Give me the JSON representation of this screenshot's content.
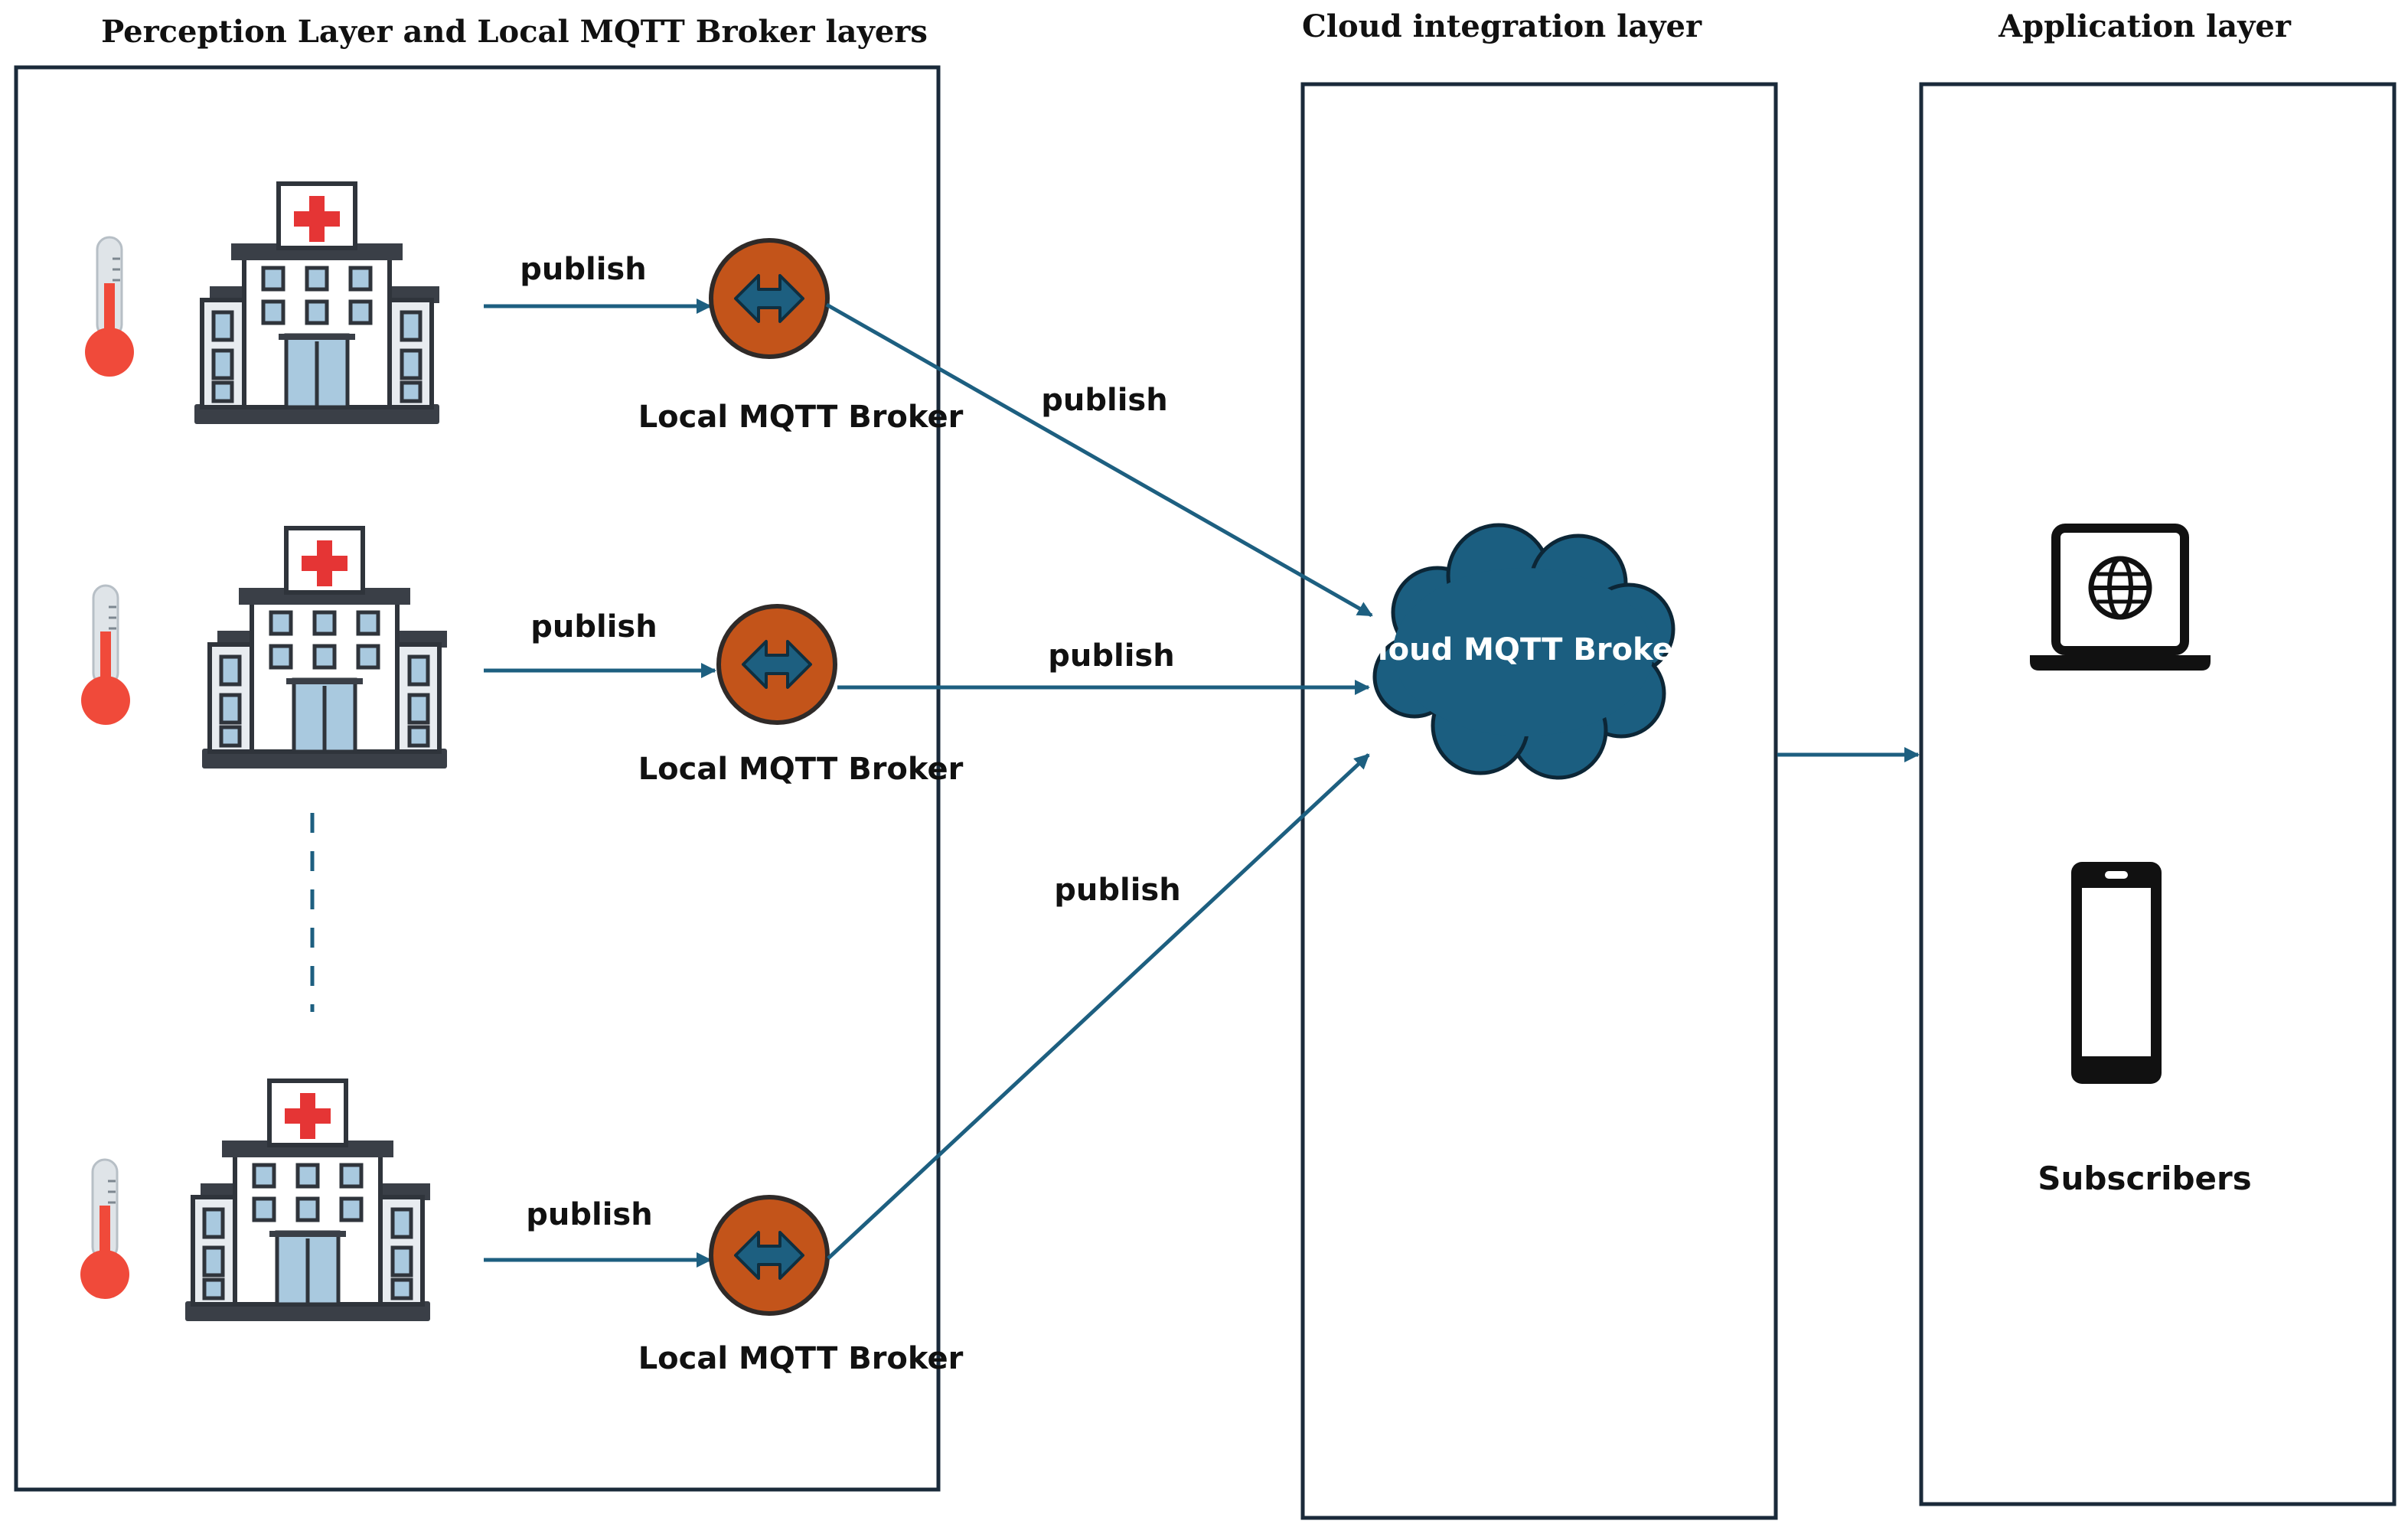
{
  "layers": {
    "perception": {
      "title": "Perception Layer and Local MQTT Broker layers"
    },
    "cloud": {
      "title": "Cloud integration layer"
    },
    "application": {
      "title": "Application layer"
    }
  },
  "sites": [
    {
      "publish_label": "publish",
      "broker_label": "Local MQTT Broker",
      "uplink_label": "publish"
    },
    {
      "publish_label": "publish",
      "broker_label": "Local MQTT Broker",
      "uplink_label": "publish"
    },
    {
      "publish_label": "publish",
      "broker_label": "Local MQTT Broker",
      "uplink_label": "publish"
    }
  ],
  "cloud_broker": {
    "label": "Cloud MQTT Broker"
  },
  "subscribers": {
    "label": "Subscribers"
  },
  "icons": [
    "thermometer-icon",
    "hospital-icon",
    "broker-exchange-icon",
    "cloud-icon",
    "laptop-globe-icon",
    "smartphone-icon"
  ],
  "colors": {
    "connector": "#1d5f80",
    "broker_fill": "#c3541a",
    "cloud_fill": "#1b5e80",
    "hospital_cross": "#e53535",
    "thermometer_bulb": "#f04a3a",
    "frame": "#1a2a3a"
  }
}
